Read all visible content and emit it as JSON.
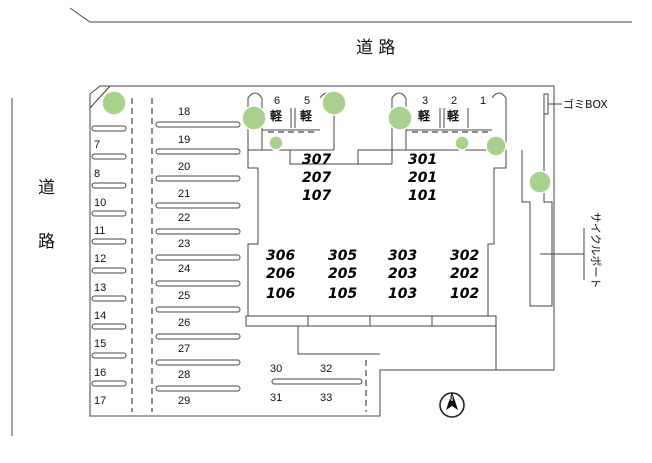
{
  "roads": {
    "top": "道 路",
    "left_1": "道",
    "left_2": "路"
  },
  "parking_left": [
    "7",
    "8",
    "10",
    "11",
    "12",
    "13",
    "14",
    "15",
    "16",
    "17"
  ],
  "parking_right": [
    "18",
    "19",
    "20",
    "21",
    "22",
    "23",
    "24",
    "25",
    "26",
    "27",
    "28",
    "29"
  ],
  "building": {
    "rows": [
      [
        "307",
        "207",
        "107"
      ],
      [
        "301",
        "201",
        "101"
      ],
      [
        "306",
        "206",
        "106"
      ],
      [
        "305",
        "205",
        "105"
      ],
      [
        "303",
        "203",
        "103"
      ],
      [
        "302",
        "202",
        "102"
      ]
    ]
  },
  "light_cars": {
    "left_nums": [
      "6",
      "5"
    ],
    "right_nums": [
      "3",
      "2",
      "1"
    ],
    "kei_label": "軽"
  },
  "lower_lot": {
    "nums": [
      "30",
      "32",
      "31",
      "33"
    ]
  },
  "labels": {
    "garbage": "ゴミBOX",
    "cycle": "サイクルポート"
  }
}
